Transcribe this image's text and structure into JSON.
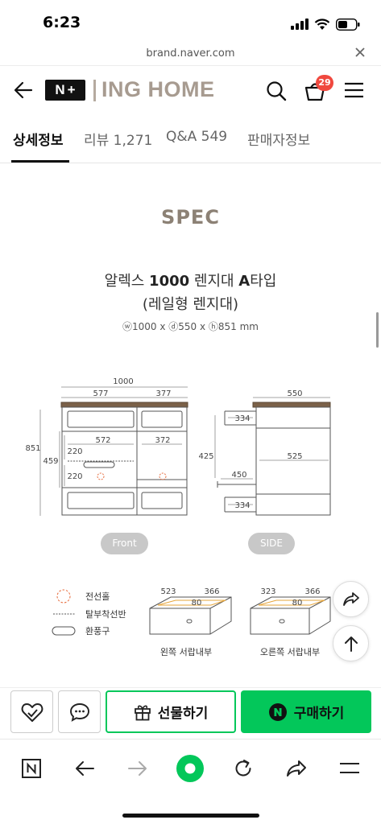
{
  "status": {
    "time": "6:23"
  },
  "browser": {
    "url": "brand.naver.com"
  },
  "header": {
    "nplus_letters": [
      "N",
      "+"
    ],
    "brand_name": "ING HOME",
    "cart_count": "29"
  },
  "tabs": [
    {
      "label": "상세정보",
      "active": true
    },
    {
      "label": "리뷰 1,271",
      "active": false
    },
    {
      "label": "Q&A 549",
      "active": false
    },
    {
      "label": "판매자정보",
      "active": false
    }
  ],
  "spec": {
    "title": "SPEC",
    "product_name_pre": "알렉스 ",
    "product_name_bold1": "1000",
    "product_name_mid": " 렌지대 ",
    "product_name_bold2": "A",
    "product_name_post": "타입",
    "product_sub": "(레일형 렌지대)",
    "dimensions": "ⓦ1000 x ⓓ550 x ⓗ851 mm"
  },
  "diagram": {
    "front": {
      "total_width": "1000",
      "left_width": "577",
      "right_width": "377",
      "inner_left": "572",
      "inner_right": "372",
      "height_total": "851",
      "height_sub": "459",
      "shelf1": "220",
      "shelf2": "220",
      "label": "Front"
    },
    "side": {
      "depth": "550",
      "top_drawer": "334",
      "bottom_drawer": "334",
      "rail_height": "425",
      "rail_depth": "525",
      "pullout": "450",
      "label": "SIDE"
    },
    "legend": [
      "전선홀",
      "탈부착선반",
      "환풍구"
    ],
    "left_drawer": {
      "w1": "523",
      "w2": "366",
      "h": "80",
      "caption": "왼쪽 서랍내부"
    },
    "right_drawer": {
      "w1": "323",
      "w2": "366",
      "h": "80",
      "caption": "오른쪽 서랍내부"
    }
  },
  "actions": {
    "gift_label": "선물하기",
    "buy_label": "구매하기",
    "naver_letter": "N"
  },
  "colors": {
    "naver_green": "#03c75a",
    "brand_taupe": "#a79b90",
    "badge_red": "#f0483e"
  }
}
